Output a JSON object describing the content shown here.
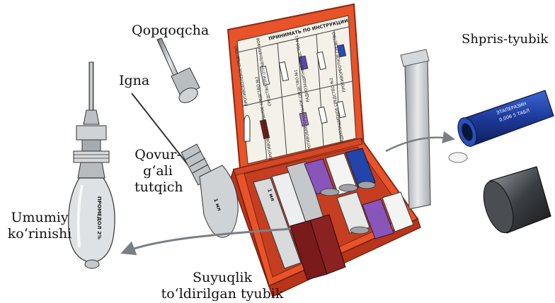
{
  "labels": {
    "cap": "Qopqoqcha",
    "needle": "Igna",
    "holder_l1": "Qovur-",
    "holder_l2": "g‘ali",
    "holder_l3": "tutqich",
    "view_l1": "Umumiy",
    "view_l2": "ko‘rinishi",
    "syringe_tube": "Shpris-tyubik",
    "liquid_l1": "Suyuqlik",
    "liquid_l2": "to‘ldirilgan tyubik"
  },
  "kit": {
    "lid_header": "ПРИНИМАТЬ ПО ИНСТРУКЦИИ",
    "lid_col1": "ПРОТИВОБОЛЕВОЕ СРЕДСТВО",
    "lid_col2": "СРЕДСТВО ПРИ ОТРАВЛЕНИИ ФОВ",
    "lid_col3": "ПРОТИВОБАКТЕРИАЛЬНОЕ СРЕДСТВО №2",
    "lid_col4": "РАДИОЗАЩИТНОЕ СРЕДСТВО №1",
    "lid_col5": "ПРОТИВОБАКТЕРИАЛЬНОЕ СРЕДСТВО №1",
    "lid_col6": "ПРОТИВОРВОТНОЕ СРЕДСТВО",
    "lid_col7": "РАДИОЗАЩИТНОЕ СРЕДСТВО №2",
    "tube_label": "1 мл",
    "ampoule_label": "ПРОМЕДОЛ 2%",
    "cylinder_text1": "ЭТАПЕРАЗИН",
    "cylinder_text2": "0,006 5 ТАБЛ"
  },
  "colors": {
    "case_orange": "#e8532a",
    "case_dark": "#b8341a",
    "lid_panel": "#f4f1e8",
    "cylinder_blue": "#2344a8",
    "purple": "#8a55b8",
    "dark_red": "#7a1a1a",
    "clip_grey": "#c9ccd0"
  }
}
